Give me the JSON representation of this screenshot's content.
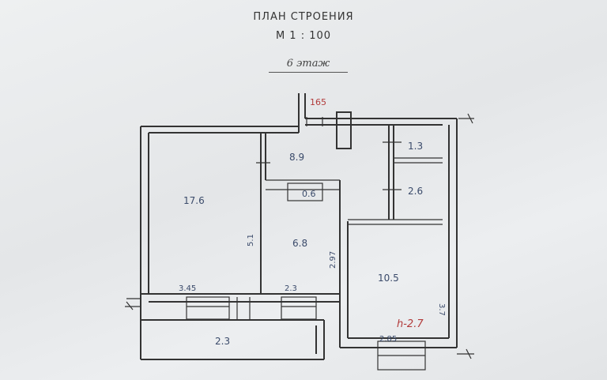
{
  "header": {
    "title": "ПЛАН СТРОЕНИЯ",
    "scale": "М   1 : 100",
    "floor": "6 этаж"
  },
  "rooms": [
    {
      "id": "living",
      "area": "17.6"
    },
    {
      "id": "hall",
      "area": "8.9"
    },
    {
      "id": "pantry",
      "area": "0.6"
    },
    {
      "id": "bedroom",
      "area": "6.8"
    },
    {
      "id": "wc",
      "area": "1.3"
    },
    {
      "id": "bath",
      "area": "2.6"
    },
    {
      "id": "kitchen",
      "area": "10.5"
    },
    {
      "id": "balcony",
      "area": "2.3"
    }
  ],
  "dimensions": {
    "top": "165",
    "living_width": "3.45",
    "living_height": "5.1",
    "bedroom_width": "2.3",
    "bedroom_height": "2.97",
    "kitchen_width": "2.85",
    "kitchen_height": "3.7"
  },
  "ceiling_height": "h-2.7",
  "colors": {
    "pen_blue": "#3a4a6a",
    "pen_red": "#b23a3a",
    "ink": "#333333"
  }
}
